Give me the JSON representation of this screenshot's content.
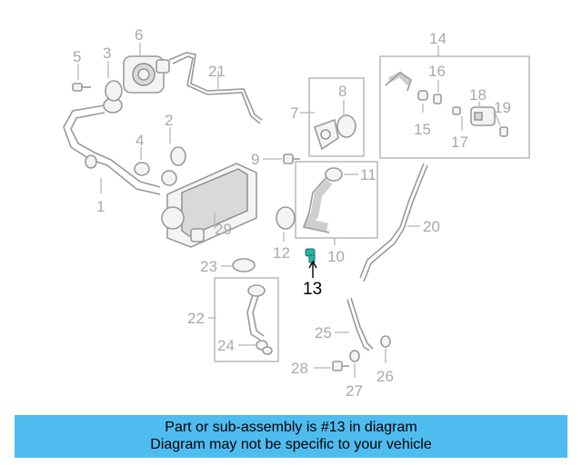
{
  "callouts": [
    {
      "id": "1",
      "label": "1"
    },
    {
      "id": "2",
      "label": "2"
    },
    {
      "id": "3",
      "label": "3"
    },
    {
      "id": "4",
      "label": "4"
    },
    {
      "id": "5",
      "label": "5"
    },
    {
      "id": "6",
      "label": "6"
    },
    {
      "id": "7",
      "label": "7"
    },
    {
      "id": "8",
      "label": "8"
    },
    {
      "id": "9",
      "label": "9"
    },
    {
      "id": "10",
      "label": "10"
    },
    {
      "id": "11",
      "label": "11"
    },
    {
      "id": "12",
      "label": "12"
    },
    {
      "id": "13",
      "label": "13"
    },
    {
      "id": "14",
      "label": "14"
    },
    {
      "id": "15",
      "label": "15"
    },
    {
      "id": "16",
      "label": "16"
    },
    {
      "id": "17",
      "label": "17"
    },
    {
      "id": "18",
      "label": "18"
    },
    {
      "id": "19",
      "label": "19"
    },
    {
      "id": "20",
      "label": "20"
    },
    {
      "id": "21",
      "label": "21"
    },
    {
      "id": "22",
      "label": "22"
    },
    {
      "id": "23",
      "label": "23"
    },
    {
      "id": "24",
      "label": "24"
    },
    {
      "id": "25",
      "label": "25"
    },
    {
      "id": "26",
      "label": "26"
    },
    {
      "id": "27",
      "label": "27"
    },
    {
      "id": "28",
      "label": "28"
    },
    {
      "id": "29",
      "label": "29"
    }
  ],
  "highlight_part": "13",
  "colors": {
    "banner": "#4fbcf0",
    "highlight_part": "#2bb3a3",
    "callout_gray": "#a9a9a9"
  },
  "banner": {
    "line1": "Part or sub-assembly is #13 in diagram",
    "line2": "Diagram may not be specific to your vehicle"
  }
}
